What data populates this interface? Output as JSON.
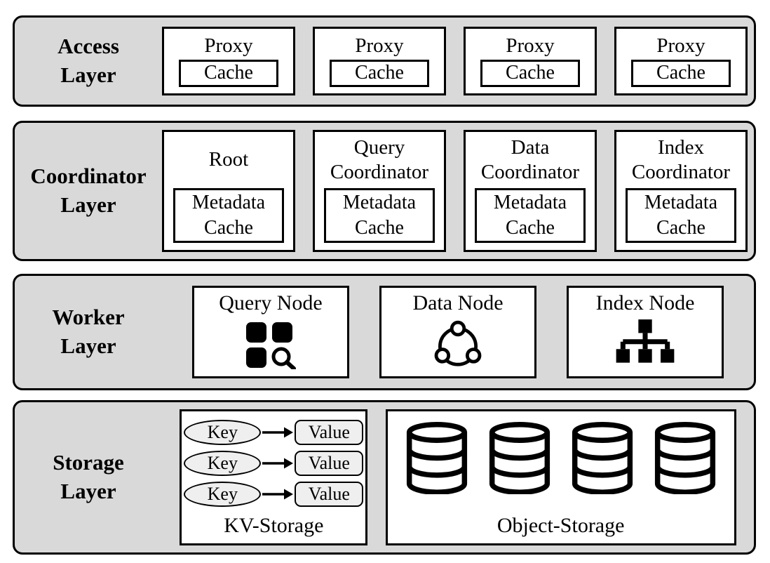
{
  "colors": {
    "band_fill": "#d9d9d9",
    "box_fill": "#ffffff",
    "border": "#000000",
    "kv_item_fill": "#efefef"
  },
  "layers": {
    "access": {
      "label_line1": "Access",
      "label_line2": "Layer",
      "proxies": [
        {
          "title": "Proxy",
          "cache_label": "Cache"
        },
        {
          "title": "Proxy",
          "cache_label": "Cache"
        },
        {
          "title": "Proxy",
          "cache_label": "Cache"
        },
        {
          "title": "Proxy",
          "cache_label": "Cache"
        }
      ]
    },
    "coordinator": {
      "label_line1": "Coordinator",
      "label_line2": "Layer",
      "nodes": [
        {
          "title_line1": "Root",
          "title_line2": "",
          "cache_line1": "Metadata",
          "cache_line2": "Cache"
        },
        {
          "title_line1": "Query",
          "title_line2": "Coordinator",
          "cache_line1": "Metadata",
          "cache_line2": "Cache"
        },
        {
          "title_line1": "Data",
          "title_line2": "Coordinator",
          "cache_line1": "Metadata",
          "cache_line2": "Cache"
        },
        {
          "title_line1": "Index",
          "title_line2": "Coordinator",
          "cache_line1": "Metadata",
          "cache_line2": "Cache"
        }
      ]
    },
    "worker": {
      "label_line1": "Worker",
      "label_line2": "Layer",
      "nodes": [
        {
          "title": "Query Node",
          "icon": "query-node-grid-search-icon"
        },
        {
          "title": "Data Node",
          "icon": "data-node-cluster-ring-icon"
        },
        {
          "title": "Index Node",
          "icon": "index-node-tree-icon"
        }
      ]
    },
    "storage": {
      "label_line1": "Storage",
      "label_line2": "Layer",
      "kv_storage": {
        "rows": [
          {
            "key": "Key",
            "value": "Value"
          },
          {
            "key": "Key",
            "value": "Value"
          },
          {
            "key": "Key",
            "value": "Value"
          }
        ],
        "label": "KV-Storage"
      },
      "object_storage": {
        "label": "Object-Storage",
        "cylinder_count": 4,
        "icon": "database-cylinder-icon"
      }
    }
  }
}
